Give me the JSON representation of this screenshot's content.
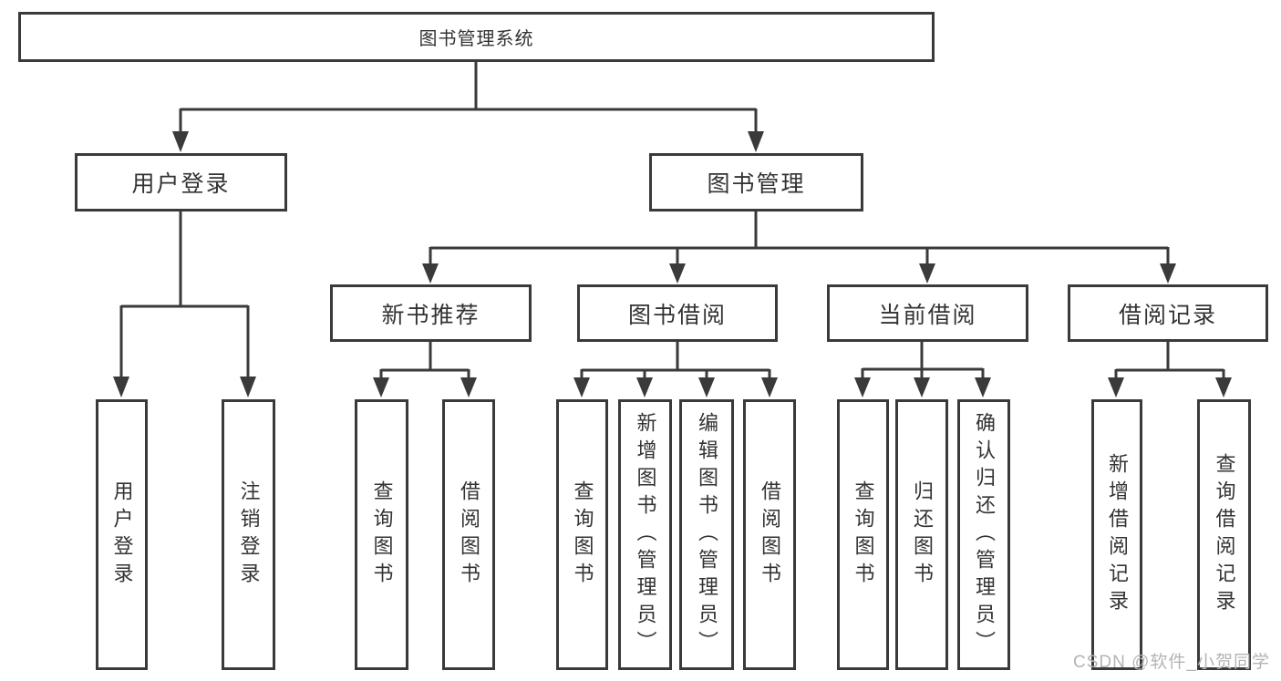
{
  "tree": {
    "root": "图书管理系统",
    "children": [
      {
        "label": "用户登录",
        "children": [
          {
            "label": "用户登录"
          },
          {
            "label": "注销登录"
          }
        ]
      },
      {
        "label": "图书管理",
        "children": [
          {
            "label": "新书推荐",
            "children": [
              {
                "label": "查询图书"
              },
              {
                "label": "借阅图书"
              }
            ]
          },
          {
            "label": "图书借阅",
            "children": [
              {
                "label": "查询图书"
              },
              {
                "label": "新增图书（管理员）"
              },
              {
                "label": "编辑图书（管理员）"
              },
              {
                "label": "借阅图书"
              }
            ]
          },
          {
            "label": "当前借阅",
            "children": [
              {
                "label": "查询图书"
              },
              {
                "label": "归还图书"
              },
              {
                "label": "确认归还（管理员）"
              }
            ]
          },
          {
            "label": "借阅记录",
            "children": [
              {
                "label": "新增借阅记录"
              },
              {
                "label": "查询借阅记录"
              }
            ]
          }
        ]
      }
    ]
  },
  "watermark": "CSDN @软件_小贺同学",
  "colors": {
    "line": "#3a3a3a",
    "text": "#333333",
    "background": "#ffffff",
    "watermark": "#b4b4b4"
  }
}
